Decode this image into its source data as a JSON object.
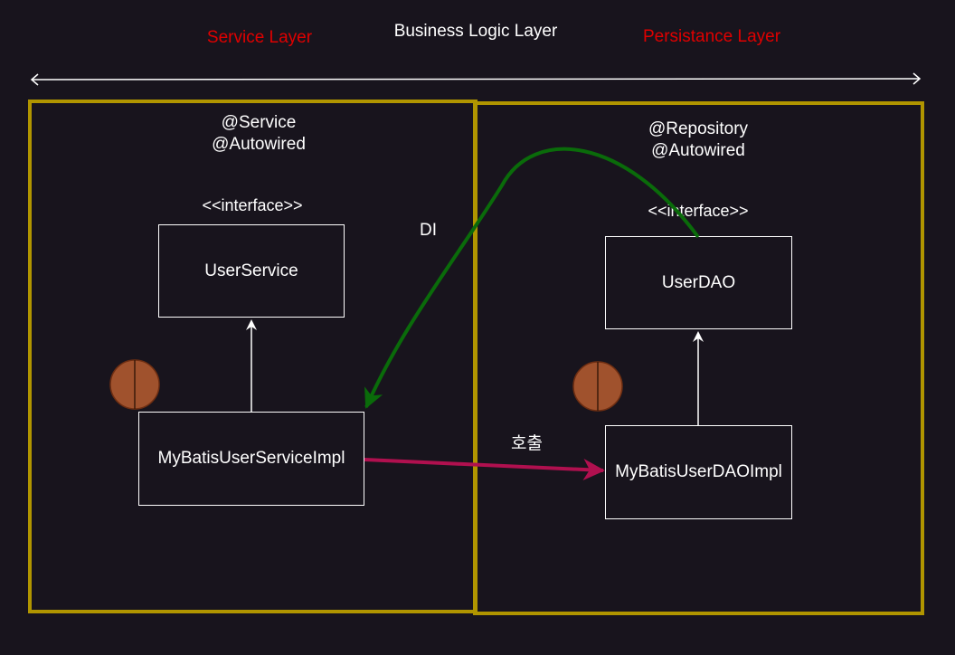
{
  "header": {
    "center_title": "Business Logic Layer",
    "left_title": "Service Layer",
    "right_title": "Persistance Layer"
  },
  "service_layer": {
    "annotation_1": "@Service",
    "annotation_2": "@Autowired",
    "stereotype": "<<interface>>",
    "interface_name": "UserService",
    "impl_name": "MyBatisUserServiceImpl"
  },
  "persistence_layer": {
    "annotation_1": "@Repository",
    "annotation_2": "@Autowired",
    "stereotype": "<<interface>>",
    "interface_name": "UserDAO",
    "impl_name": "MyBatisUserDAOImpl"
  },
  "edges": {
    "di_label": "DI",
    "call_label": "호출"
  },
  "colors": {
    "background": "#18141d",
    "layer_border": "#b09500",
    "section_title": "#e00000",
    "di_arrow": "#0a6b0a",
    "call_arrow": "#b0104f",
    "bean_fill": "#a0522d"
  }
}
